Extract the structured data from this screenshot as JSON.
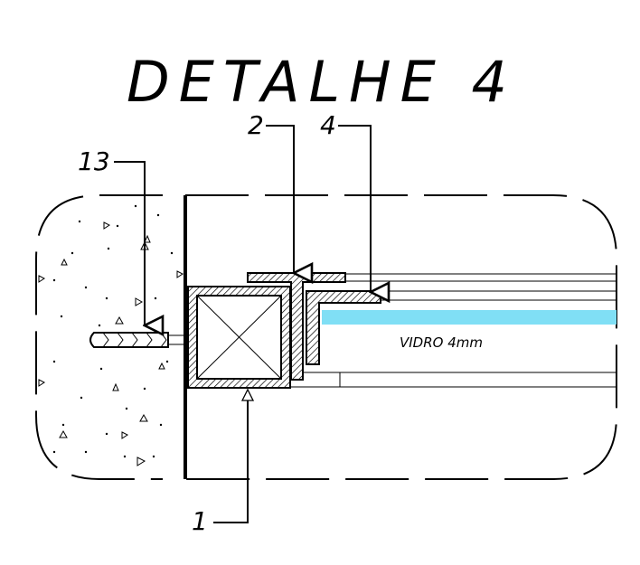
{
  "title": "DETALHE 4",
  "callouts": {
    "c1": "1",
    "c2": "2",
    "c4": "4",
    "c13": "13"
  },
  "glass_label": "VIDRO 4mm",
  "colors": {
    "glass": "#80DFF5",
    "line": "#000000",
    "background": "#FFFFFF"
  }
}
